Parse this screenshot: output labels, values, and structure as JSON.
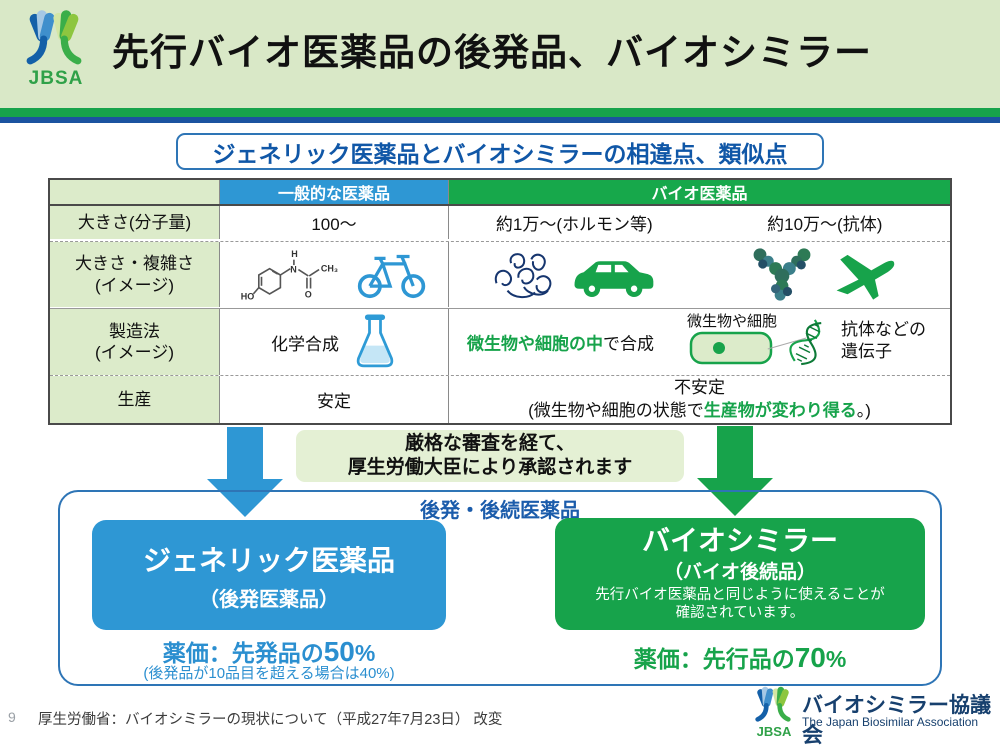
{
  "header": {
    "title": "先行バイオ医薬品の後発品、バイオシミラー",
    "logo_acronym": "JBSA"
  },
  "subtitle": "ジェネリック医薬品とバイオシミラーの相違点、類似点",
  "table": {
    "headers": {
      "general": "一般的な医薬品",
      "bio": "バイオ医薬品"
    },
    "row_size": {
      "label": "大きさ(分子量)",
      "general": "100〜",
      "bio_hormone": "約1万〜(ホルモン等)",
      "bio_antibody": "約10万〜(抗体)"
    },
    "row_complexity": {
      "label_line1": "大きさ・複雑さ",
      "label_line2": "(イメージ)"
    },
    "row_manufacturing": {
      "label_line1": "製造法",
      "label_line2": "(イメージ)",
      "general": "化学合成",
      "bio_highlight": "微生物や細胞の中",
      "bio_rest": "で合成",
      "cell_caption": "微生物や細胞",
      "gene_caption_line1": "抗体などの",
      "gene_caption_line2": "遺伝子"
    },
    "row_production": {
      "label": "生産",
      "general": "安定",
      "bio_line1": "不安定",
      "bio_line2_pre": "(微生物や細胞の状態で",
      "bio_line2_highlight": "生産物が変わり得る",
      "bio_line2_post": "。)"
    }
  },
  "approval": {
    "line1": "厳格な審査を経て、",
    "line2": "厚生労働大臣により承認されます"
  },
  "bottom_group": {
    "label": "後発・後続医薬品",
    "generic": {
      "title": "ジェネリック医薬品",
      "subtitle": "（後発医薬品）",
      "price_prefix": "薬価：先発品の",
      "price_value": "50",
      "price_suffix": "%",
      "price_note": "(後発品が10品目を超える場合は40%)"
    },
    "biosimilar": {
      "title": "バイオシミラー",
      "subtitle": "（バイオ後続品）",
      "description_line1": "先行バイオ医薬品と同じように使えることが",
      "description_line2": "確認されています。",
      "price_prefix": "薬価：先行品の",
      "price_value": "70",
      "price_suffix": "%"
    }
  },
  "footer": {
    "page_number": "9",
    "source": "厚生労働省：バイオシミラーの現状について（平成27年7月23日） 改変",
    "association_name_jp": "バイオシミラー協議会",
    "association_name_en": "The Japan Biosimilar Association",
    "logo_acronym": "JBSA"
  },
  "icons": {
    "jbsa_logo": "two-tulip-leaves-mark",
    "molecule": "paracetamol-chemical-structure",
    "bicycle": "bicycle",
    "protein": "protein-ribbon-squiggle",
    "car": "car",
    "antibody": "antibody-molecule-cluster",
    "airplane": "airplane",
    "flask": "erlenmeyer-flask",
    "cell": "cell-with-nucleus",
    "dna": "dna-double-helix"
  },
  "colors": {
    "accent_blue": "#2e97d4",
    "accent_green": "#17a34b",
    "dark_blue_bar": "#1b53a0",
    "header_bg": "#d9e8c7",
    "label_bg": "#dcebca",
    "approval_bg": "#e4f0d4",
    "navy_text": "#1b5cab"
  }
}
